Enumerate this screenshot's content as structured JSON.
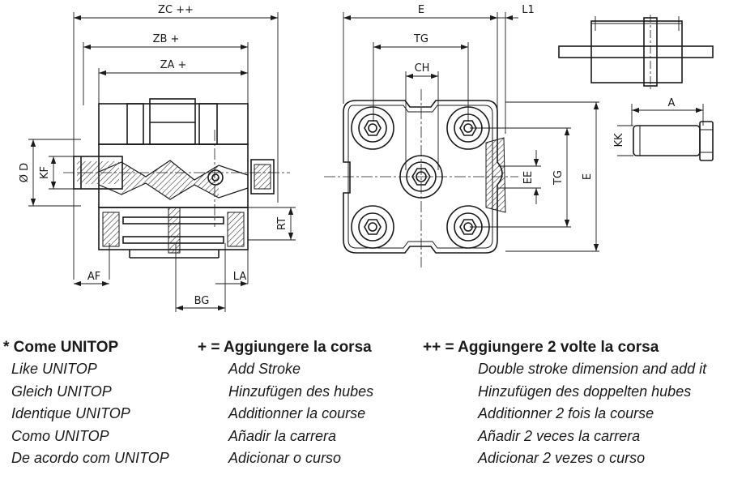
{
  "dimensions": {
    "zc": "ZC ++",
    "zb": "ZB +",
    "za": "ZA +",
    "d": "Ø D",
    "kf": "KF",
    "af": "AF",
    "bg": "BG",
    "la": "LA",
    "rt": "RT",
    "e_top": "E",
    "l1": "L1",
    "tg_top": "TG",
    "ch": "CH",
    "ee": "EE",
    "tg_side": "TG",
    "e_side": "E",
    "a": "A",
    "kk": "KK"
  },
  "legend": {
    "col1": {
      "heading": "* Come UNITOP",
      "lines": [
        "Like UNITOP",
        "Gleich UNITOP",
        "Identique UNITOP",
        "Como UNITOP",
        "De acordo com UNITOP"
      ]
    },
    "col2": {
      "heading": "+ = Aggiungere la corsa",
      "lines": [
        "Add Stroke",
        "Hinzufügen des hubes",
        "Additionner la course",
        "Añadir la carrera",
        "Adicionar o curso"
      ]
    },
    "col3": {
      "heading": "++ = Aggiungere 2 volte la corsa",
      "lines": [
        "Double stroke dimension and add it",
        "Hinzufügen des doppelten hubes",
        "Additionner 2 fois la course",
        "Añadir 2 veces la carrera",
        "Adicionar 2 vezes o curso"
      ]
    }
  }
}
